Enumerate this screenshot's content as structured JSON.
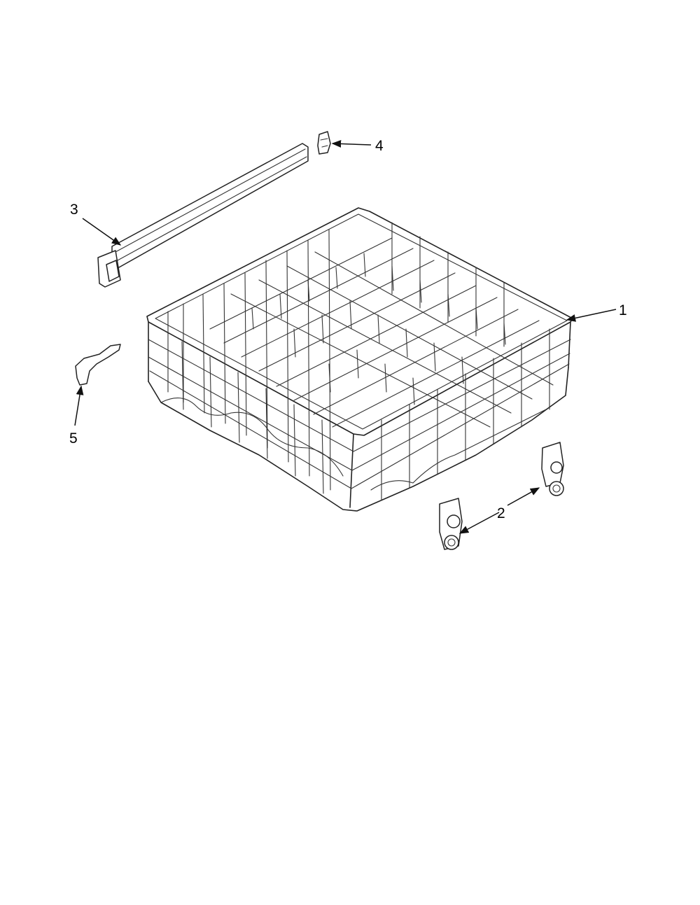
{
  "callouts": [
    {
      "id": "1",
      "label": "1"
    },
    {
      "id": "2",
      "label": "2"
    },
    {
      "id": "3",
      "label": "3"
    },
    {
      "id": "4",
      "label": "4"
    },
    {
      "id": "5",
      "label": "5"
    }
  ],
  "colors": {
    "line": "#222222",
    "background": "#ffffff"
  }
}
